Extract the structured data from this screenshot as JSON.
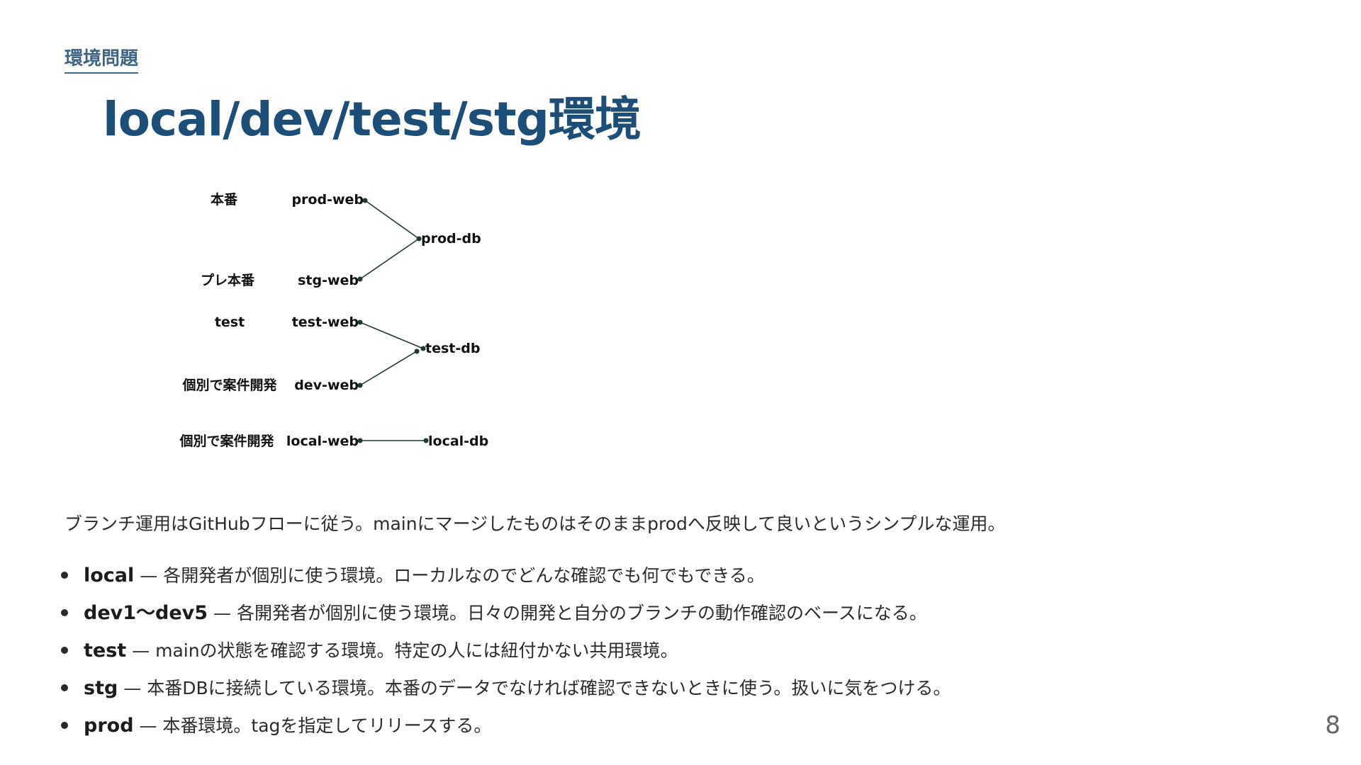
{
  "section_label": "環境問題",
  "title": "local/dev/test/stg環境",
  "diagram": {
    "rows": [
      {
        "env": "本番",
        "web": "prod-web"
      },
      {
        "env": "プレ本番",
        "web": "stg-web"
      },
      {
        "env": "test",
        "web": "test-web"
      },
      {
        "env": "個別で案件開発",
        "web": "dev-web"
      },
      {
        "env": "個別で案件開発",
        "web": "local-web"
      }
    ],
    "databases": [
      "prod-db",
      "test-db",
      "local-db"
    ],
    "connections": [
      [
        "prod-web",
        "prod-db"
      ],
      [
        "stg-web",
        "prod-db"
      ],
      [
        "test-web",
        "test-db"
      ],
      [
        "dev-web",
        "test-db"
      ],
      [
        "local-web",
        "local-db"
      ]
    ]
  },
  "intro": "ブランチ運用はGitHubフローに従う。mainにマージしたものはそのままprodへ反映して良いというシンプルな運用。",
  "bullets": [
    {
      "term": "local",
      "desc": " — 各開発者が個別に使う環境。ローカルなのでどんな確認でも何でもできる。"
    },
    {
      "term": "dev1〜dev5",
      "desc": " — 各開発者が個別に使う環境。日々の開発と自分のブランチの動作確認のベースになる。"
    },
    {
      "term": "test",
      "desc": " — mainの状態を確認する環境。特定の人には紐付かない共用環境。"
    },
    {
      "term": "stg",
      "desc": " — 本番DBに接続している環境。本番のデータでなければ確認できないときに使う。扱いに気をつける。"
    },
    {
      "term": "prod",
      "desc": " — 本番環境。tagを指定してリリースする。"
    }
  ],
  "page_number": "8"
}
